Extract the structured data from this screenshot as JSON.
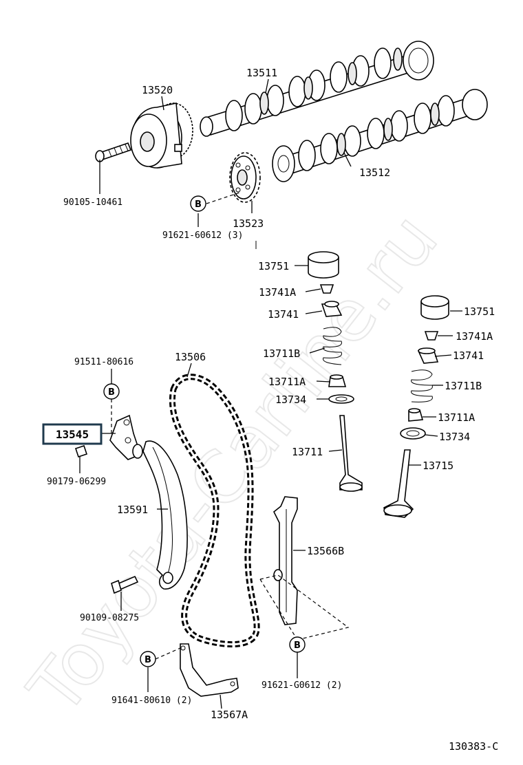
{
  "watermark": "Toyota-Carline.ru",
  "diagram_code": "130383-C",
  "callout_letter": "B",
  "highlighted_part": "13545",
  "labels": {
    "p13520": "13520",
    "p13511": "13511",
    "p90105": "90105-10461",
    "p13523": "13523",
    "p91621a": "91621-60612 (3)",
    "p13512": "13512",
    "p13751a": "13751",
    "p13741Aa": "13741A",
    "p13741a": "13741",
    "p13711Ba": "13711B",
    "p13711Aa": "13711A",
    "p13734a": "13734",
    "p13711": "13711",
    "p13751b": "13751",
    "p13741Ab": "13741A",
    "p13741b": "13741",
    "p13711Bb": "13711B",
    "p13711Ab": "13711A",
    "p13734b": "13734",
    "p13715": "13715",
    "p91511": "91511-80616",
    "p13506": "13506",
    "p90179": "90179-06299",
    "p13591": "13591",
    "p13566B": "13566B",
    "p90109": "90109-08275",
    "p91641": "91641-80610 (2)",
    "p13567A": "13567A",
    "p91621b": "91621-G0612 (2)"
  }
}
